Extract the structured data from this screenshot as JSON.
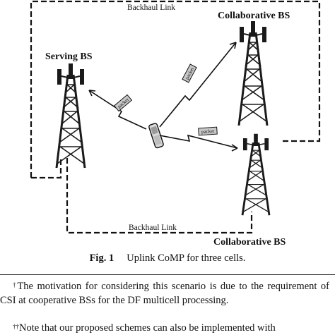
{
  "figure": {
    "labels": {
      "backhaul_top": "Backhaul Link",
      "backhaul_bottom": "Backhaul Link",
      "serving_bs": "Serving BS",
      "collab_bs_top": "Collaborative BS",
      "collab_bs_bottom": "Collaborative BS",
      "packet_left": "packet",
      "packet_up": "packet",
      "packet_right": "packet"
    },
    "colors": {
      "line": "#111111",
      "tower": "#1a1a1a",
      "packet_fill": "#c8c8c8"
    }
  },
  "caption": {
    "fig_number": "Fig. 1",
    "text": "Uplink CoMP for three cells."
  },
  "footnotes": {
    "fn1_mark": "†",
    "fn1_text": "The motivation for considering this scenario is due to the requirement of CSI at cooperative BSs for the DF multicell processing.",
    "fn2_mark": "††",
    "fn2_text": "Note that our proposed schemes can also be implemented with"
  }
}
